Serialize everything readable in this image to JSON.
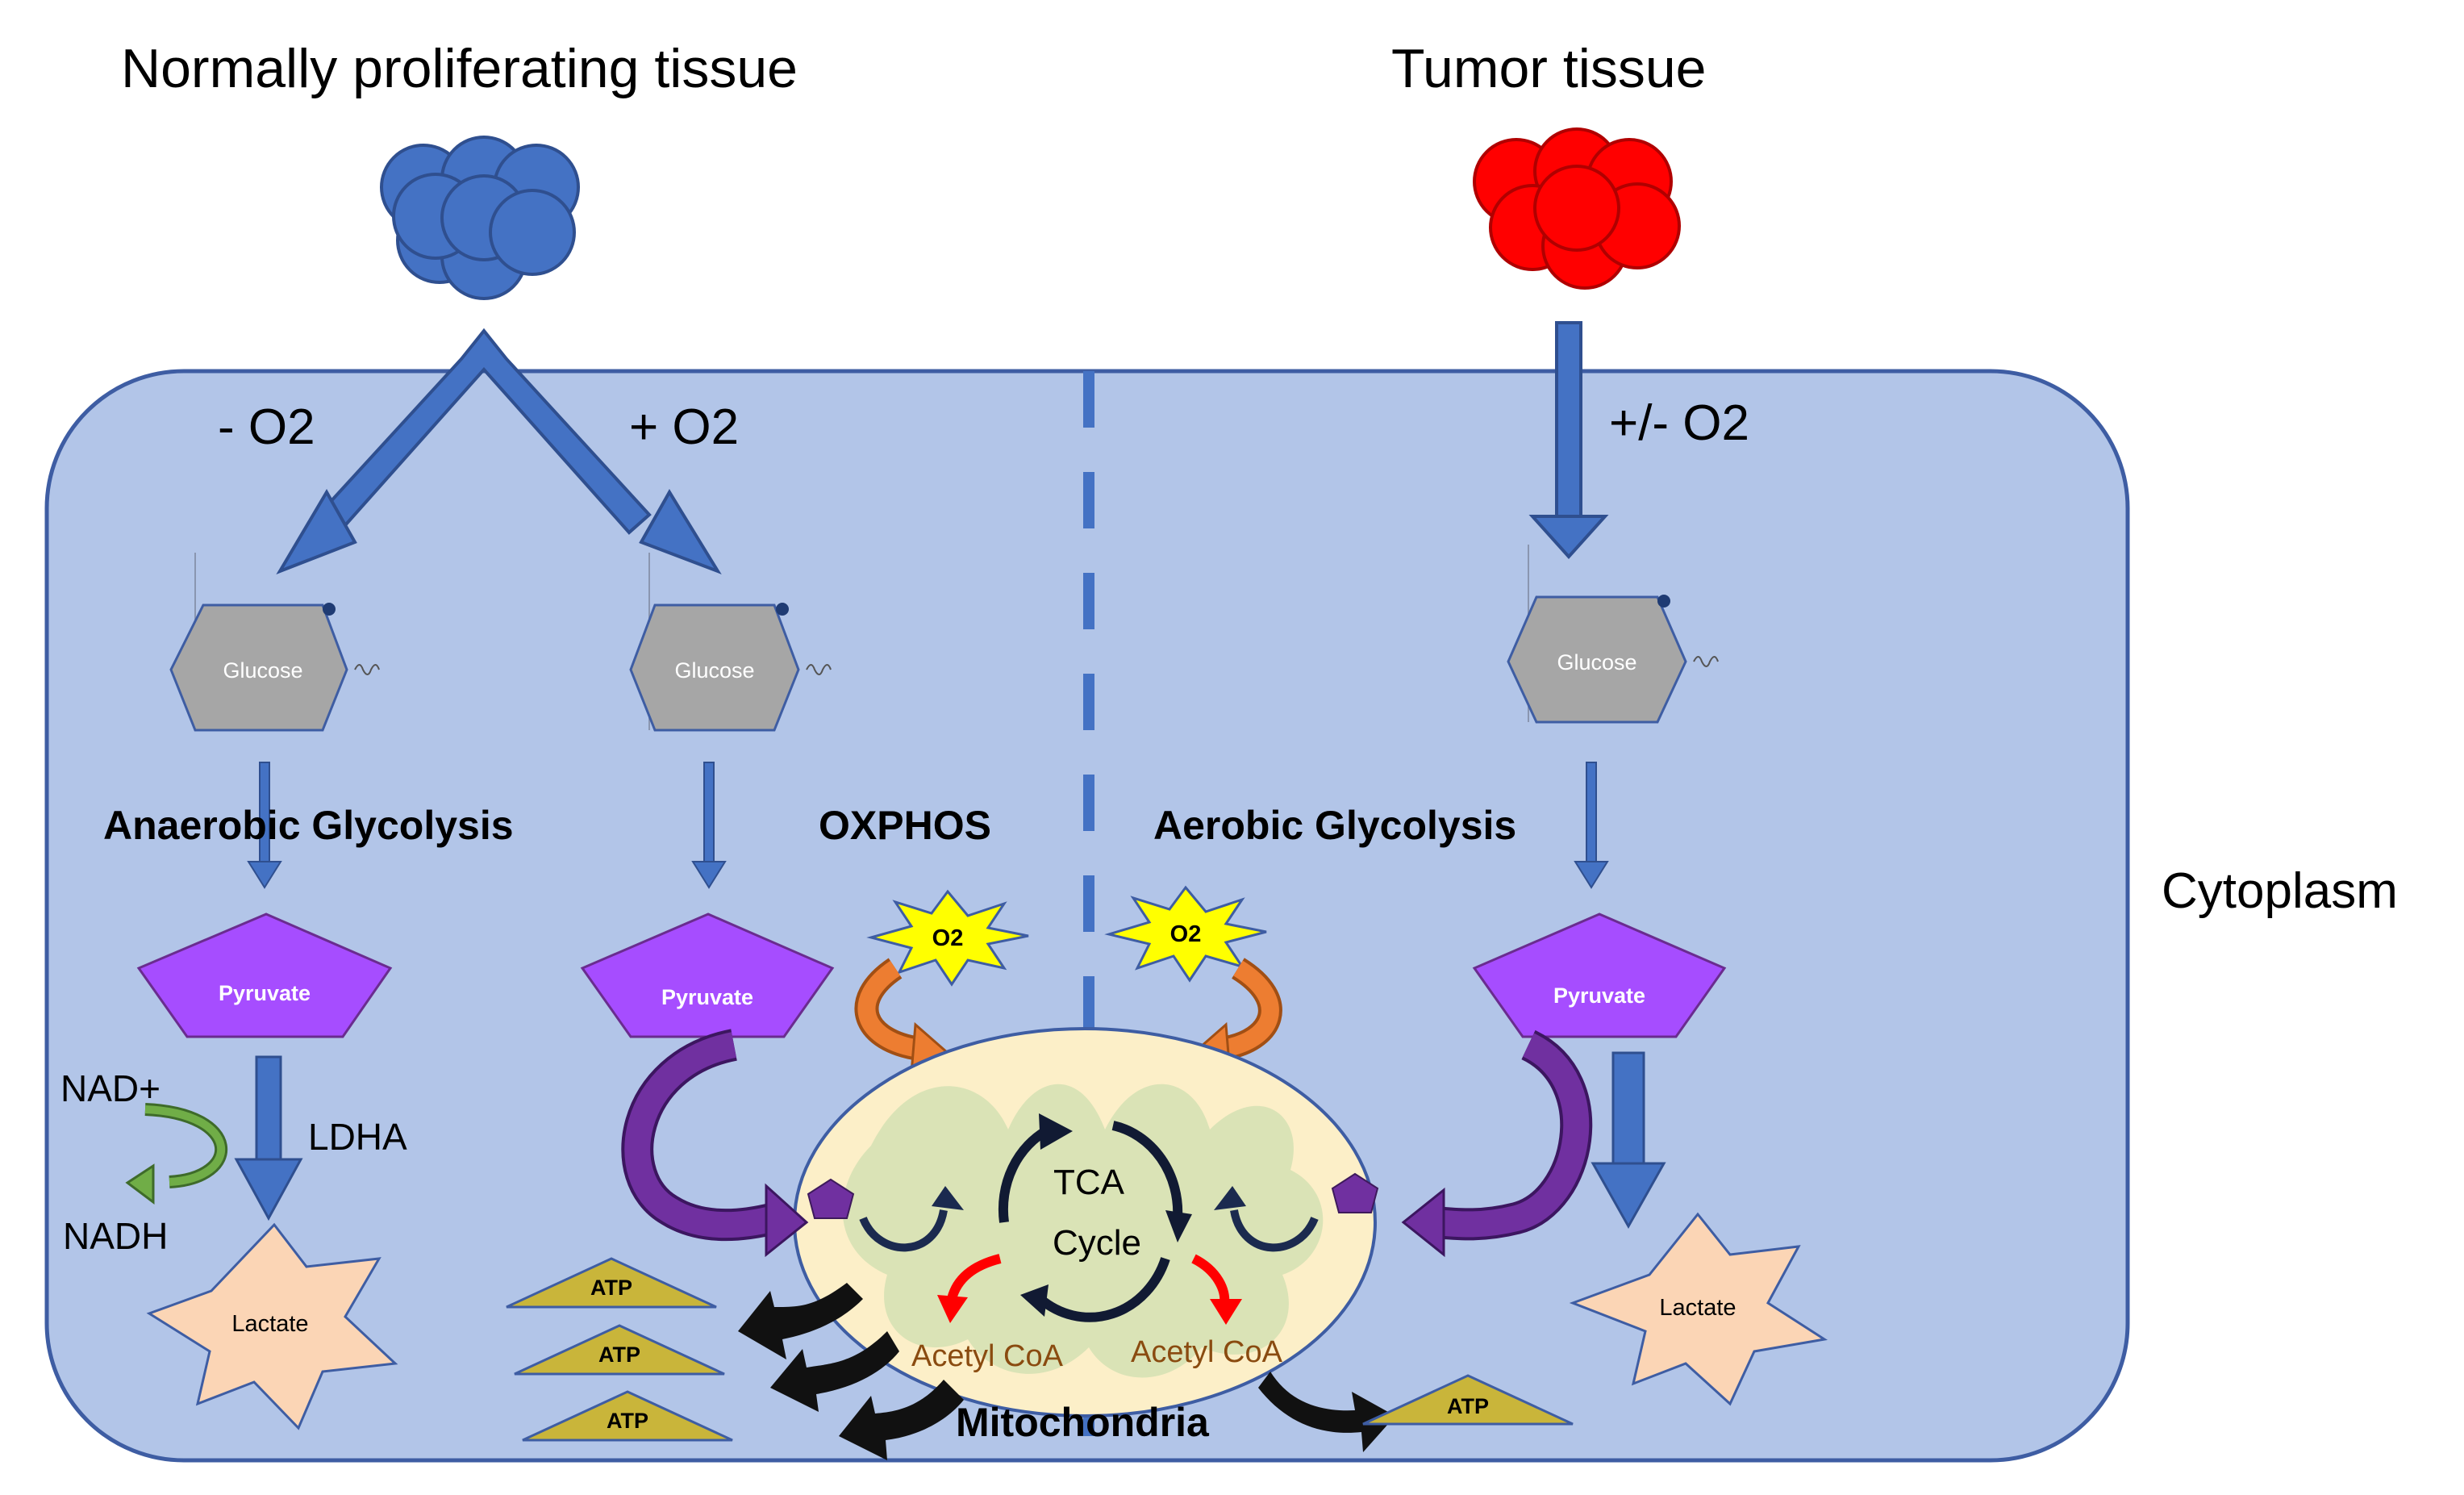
{
  "titles": {
    "normal": "Normally proliferating tissue",
    "tumor": "Tumor tissue"
  },
  "oxygen": {
    "minus": "- O2",
    "plus": "+ O2",
    "plus_minus": "+/- O2",
    "burst": "O2"
  },
  "molecules": {
    "glucose": "Glucose",
    "pyruvate": "Pyruvate",
    "lactate": "Lactate",
    "atp": "ATP",
    "acetyl_coa": "Acetyl CoA"
  },
  "processes": {
    "anaerobic": "Anaerobic Glycolysis",
    "oxphos": "OXPHOS",
    "aerobic": "Aerobic Glycolysis"
  },
  "cofactors": {
    "nad_plus": "NAD+",
    "nadh": "NADH",
    "ldha": "LDHA"
  },
  "tca": {
    "line1": "TCA",
    "line2": "Cycle"
  },
  "compartments": {
    "mitochondria": "Mitochondria",
    "cytoplasm": "Cytoplasm"
  },
  "colors": {
    "cell_fill": "#b2c5e8",
    "cell_stroke": "#3e5da3",
    "arrow_blue": "#4472c4",
    "normal_cells": "#4472c4",
    "tumor_cells": "#ff0000",
    "glucose": "#a6a6a6",
    "pyruvate": "#a64dff",
    "lactate": "#fbd5b5",
    "atp": "#c9b53a",
    "mito_fill": "#fcefc8",
    "o2_burst": "#ffff00",
    "curved_arrow_purple": "#6a2c8f",
    "orange_arrow": "#ed7d31",
    "red_arrow": "#ff0000"
  }
}
